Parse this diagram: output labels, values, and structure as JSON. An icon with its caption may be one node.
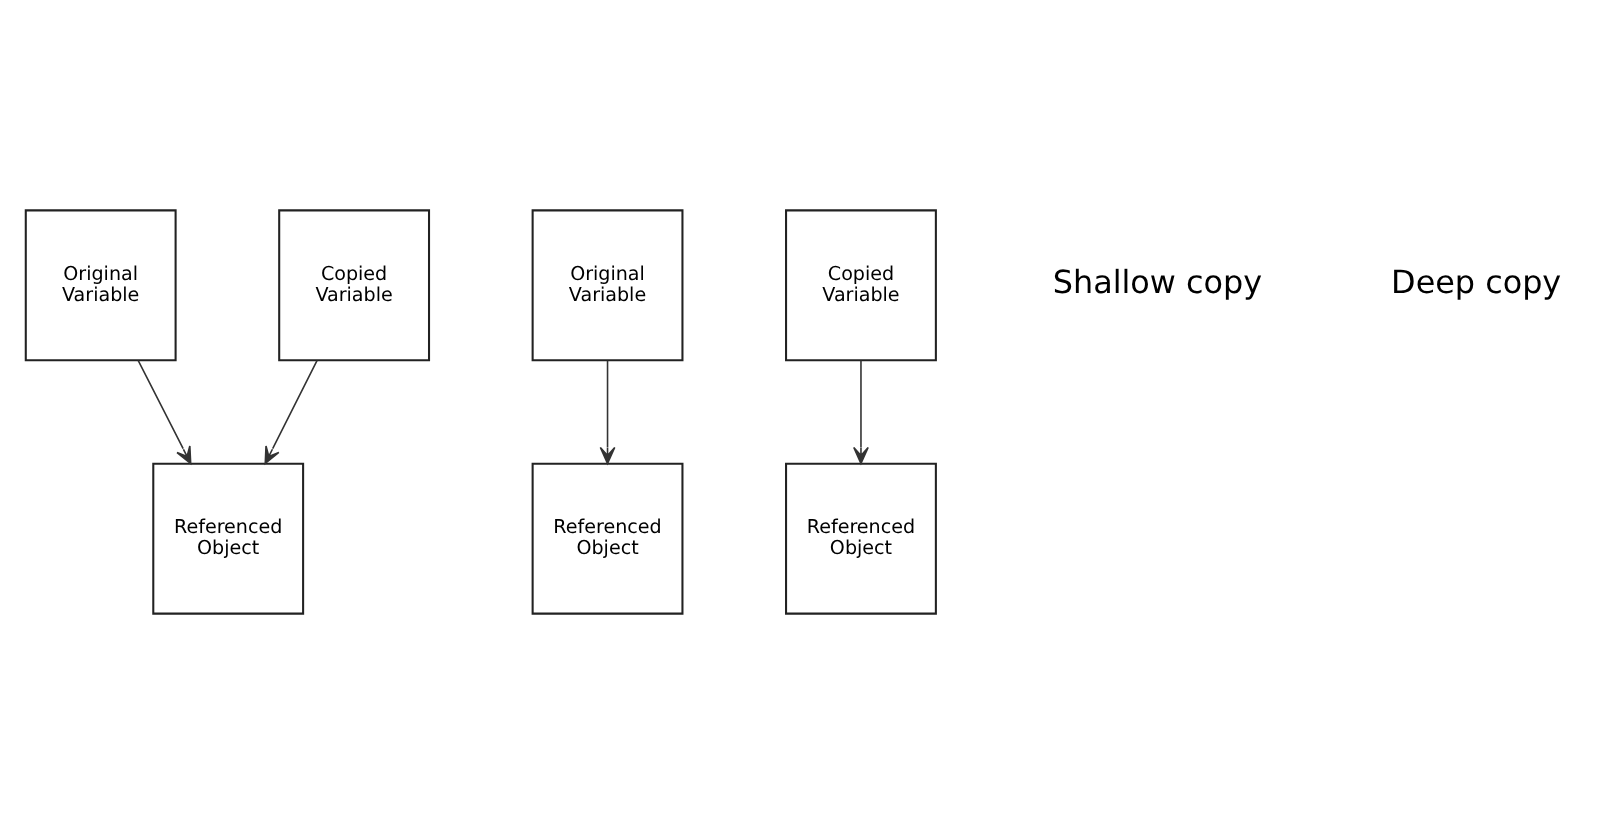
{
  "diagram": {
    "nodes": [
      {
        "text": [
          "Original Variable"
        ]
      },
      {
        "text": [
          "Copied Variable"
        ]
      },
      {
        "text": [
          "Referenced Object"
        ]
      },
      {
        "text": [
          "Original Variable"
        ]
      },
      {
        "text": [
          "Copied Variable"
        ]
      },
      {
        "text": [
          "Referenced Object"
        ]
      },
      {
        "text": [
          "Referenced Object"
        ]
      }
    ],
    "edges": [
      {
        "from": 0,
        "to": 2,
        "arrow": "to"
      },
      {
        "from": 1,
        "to": 2,
        "arrow": "to"
      },
      {
        "from": 3,
        "to": 5,
        "arrow": "to"
      },
      {
        "from": 4,
        "to": 6,
        "arrow": "to"
      }
    ],
    "labels": [
      "Shallow copy",
      "Deep copy"
    ]
  }
}
